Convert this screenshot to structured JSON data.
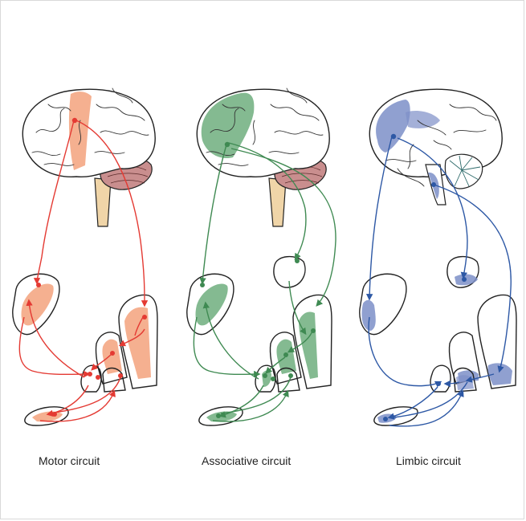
{
  "circuits": [
    {
      "label": "Motor circuit",
      "color": "#e43a33",
      "fill": "#f3a27d"
    },
    {
      "label": "Associative circuit",
      "color": "#3f8a52",
      "fill": "#6fae7e"
    },
    {
      "label": "Limbic circuit",
      "color": "#2d58a5",
      "fill": "#7d8fc8"
    }
  ],
  "colors": {
    "outline": "#222222",
    "brain_fill": "#ffffff",
    "brainstem": "#f0d5a8",
    "cerebellum": "#c98e8e"
  }
}
